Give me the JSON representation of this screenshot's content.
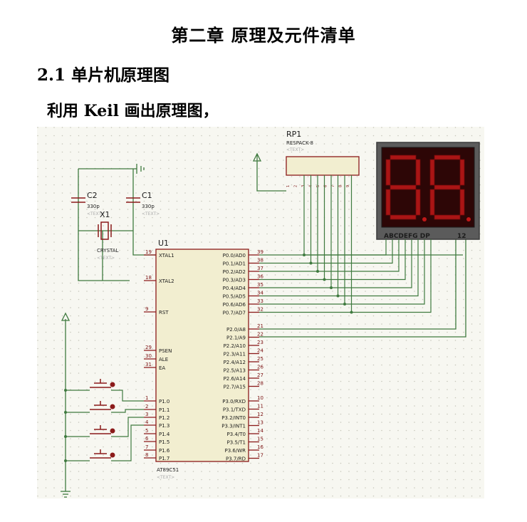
{
  "document": {
    "chapter_title": "第二章 原理及元件清单",
    "section_title": "2.1 单片机原理图",
    "paragraph": "利用 Keil 画出原理图，"
  },
  "schematic": {
    "rp1": {
      "ref": "RP1",
      "value": "RESPACK-8",
      "text": "<TEXT>"
    },
    "c2": {
      "ref": "C2",
      "value": "330p",
      "text": "<TEXT>"
    },
    "c1": {
      "ref": "C1",
      "value": "330p",
      "text": "<TEXT>"
    },
    "x1": {
      "ref": "X1",
      "value": "CRYSTAL",
      "text": "<TEXT>"
    },
    "u1": {
      "ref": "U1",
      "value": "AT89C51",
      "text": "<TEXT>"
    },
    "display": {
      "segments": "ABCDEFG  DP",
      "digits": "12"
    },
    "left_pins": [
      {
        "num": "19",
        "name": "XTAL1"
      },
      {
        "num": "18",
        "name": "XTAL2"
      },
      {
        "num": "9",
        "name": "RST"
      },
      {
        "num": "29",
        "name": "PSEN"
      },
      {
        "num": "30",
        "name": "ALE"
      },
      {
        "num": "31",
        "name": "EA"
      },
      {
        "num": "1",
        "name": "P1.0"
      },
      {
        "num": "2",
        "name": "P1.1"
      },
      {
        "num": "3",
        "name": "P1.2"
      },
      {
        "num": "4",
        "name": "P1.3"
      },
      {
        "num": "5",
        "name": "P1.4"
      },
      {
        "num": "6",
        "name": "P1.5"
      },
      {
        "num": "7",
        "name": "P1.6"
      },
      {
        "num": "8",
        "name": "P1.7"
      }
    ],
    "right_pins": [
      {
        "num": "39",
        "name": "P0.0/AD0"
      },
      {
        "num": "38",
        "name": "P0.1/AD1"
      },
      {
        "num": "37",
        "name": "P0.2/AD2"
      },
      {
        "num": "36",
        "name": "P0.3/AD3"
      },
      {
        "num": "35",
        "name": "P0.4/AD4"
      },
      {
        "num": "34",
        "name": "P0.5/AD5"
      },
      {
        "num": "33",
        "name": "P0.6/AD6"
      },
      {
        "num": "32",
        "name": "P0.7/AD7"
      },
      {
        "num": "21",
        "name": "P2.0/A8"
      },
      {
        "num": "22",
        "name": "P2.1/A9"
      },
      {
        "num": "23",
        "name": "P2.2/A10"
      },
      {
        "num": "24",
        "name": "P2.3/A11"
      },
      {
        "num": "25",
        "name": "P2.4/A12"
      },
      {
        "num": "26",
        "name": "P2.5/A13"
      },
      {
        "num": "27",
        "name": "P2.6/A14"
      },
      {
        "num": "28",
        "name": "P2.7/A15"
      },
      {
        "num": "10",
        "name": "P3.0/RXD"
      },
      {
        "num": "11",
        "name": "P3.1/TXD"
      },
      {
        "num": "12",
        "name": "P3.2/INT0"
      },
      {
        "num": "13",
        "name": "P3.3/INT1"
      },
      {
        "num": "14",
        "name": "P3.4/T0"
      },
      {
        "num": "15",
        "name": "P3.5/T1"
      },
      {
        "num": "16",
        "name": "P3.6/WR"
      },
      {
        "num": "17",
        "name": "P3.7/RD"
      }
    ],
    "rp_pins": [
      "1",
      "2",
      "3",
      "4",
      "5",
      "6",
      "7",
      "8",
      "9"
    ],
    "colors": {
      "wire": "#3f7a3f",
      "component": "#8b1a1a",
      "chip_fill": "#f2eed0",
      "display_bg": "#5b5b5b",
      "segment": "#c01818",
      "segment_off": "#6e1414",
      "background": "#f7f7f1"
    }
  }
}
